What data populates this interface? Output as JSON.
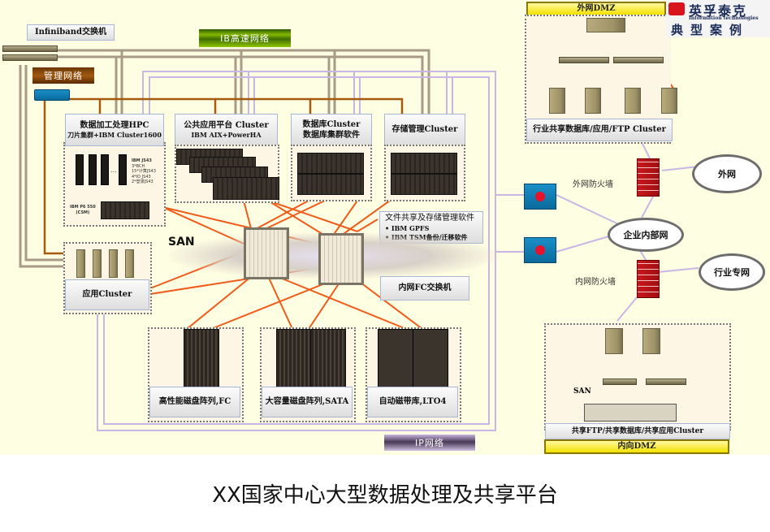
{
  "diagram": {
    "caption": "XX国家中心大型数据处理及共享平台",
    "networks": {
      "infiniband_switch": "Infiniband交换机",
      "ib_network": "IB高速网络",
      "management_network": "管理网络",
      "ip_network": "IP网络",
      "san": "SAN"
    },
    "clusters": {
      "hpc": {
        "line1": "数据加工处理HPC",
        "line2": "刀片集群+IBM Cluster1600",
        "blade_title": "IBM JS43",
        "blade_items": [
          "3*BCH",
          "15*计算JS43",
          "4*IO JS43",
          "2*登录JS43"
        ],
        "mgmt_node": [
          "IBM P6 550",
          "(CSM)"
        ],
        "ellipsis": "..."
      },
      "public_app": {
        "line1": "公共应用平台 Cluster",
        "line2": "IBM AIX+PowerHA"
      },
      "database": {
        "line1": "数据库Cluster",
        "line2": "数据库集群软件"
      },
      "storage_mgmt": {
        "line1": "存储管理Cluster"
      },
      "app": {
        "line1": "应用Cluster"
      }
    },
    "software": {
      "title": "文件共享及存储管理软件",
      "items": [
        "IBM GPFS",
        "IBM TSM备份/迁移软件"
      ]
    },
    "fc_switch": "内网FC交换机",
    "storage": [
      {
        "label": "高性能磁盘阵列,FC"
      },
      {
        "label": "大容量磁盘阵列,SATA"
      },
      {
        "label": "自动磁带库,LTO4"
      }
    ],
    "external_dmz": {
      "title": "外网DMZ",
      "cluster": "行业共享数据库/应用/FTP Cluster"
    },
    "internal_dmz": {
      "title": "内向DMZ",
      "san": "SAN",
      "cluster": "共享FTP/共享数据库/共享应用Cluster"
    },
    "firewalls": {
      "outer": "外网防火墙",
      "inner": "内网防火墙"
    },
    "clouds": {
      "internet": "外网",
      "enterprise": "企业内部网",
      "industry": "行业专网"
    },
    "logo": {
      "company": "英孚泰克",
      "subtitle": "Information technologies",
      "tagline": "典型案例"
    },
    "colors": {
      "background": "#fefee2",
      "fc_link": "#f05a1a",
      "ib_link": "#a89a86",
      "mgmt_link": "#a55a10",
      "ip_link": "#c9b6e6"
    }
  }
}
